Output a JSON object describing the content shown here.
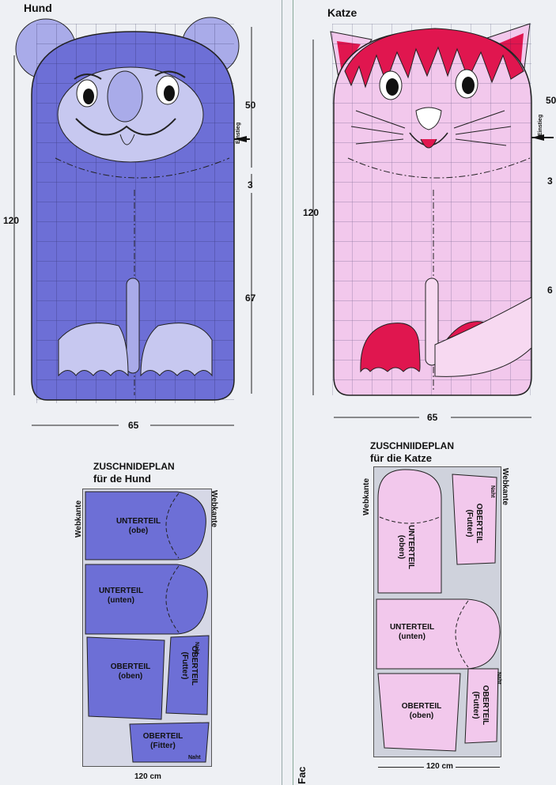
{
  "dog": {
    "title": "Hund",
    "dim_total": "120",
    "dim_top": "50",
    "dim_mid": "3",
    "dim_bottom": "67",
    "dim_width": "65",
    "entry_label": "Einstieg",
    "color": "#6d6fd6"
  },
  "cat": {
    "title": "Katze",
    "dim_total": "120",
    "dim_top": "50",
    "dim_mid": "3",
    "dim_bottom": "6",
    "dim_width": "65",
    "entry_label": "Einstieg",
    "color": "#f2c8ec",
    "accent": "#e0164f"
  },
  "dog_plan": {
    "title_line1": "ZUSCHNIDEPLAN",
    "title_line2": "für de Hund",
    "selvage_left": "Webkante",
    "selvage_right": "Webkante",
    "width_label": "120 cm",
    "pieces": [
      {
        "name": "UNTERTEIL",
        "sub": "(obe)"
      },
      {
        "name": "UNTERTEIL",
        "sub": "(unten)"
      },
      {
        "name": "OBERTEIL",
        "sub": "(oben)"
      },
      {
        "name": "OBERTEIL",
        "sub": "(Futter)",
        "note": "Naht"
      },
      {
        "name": "OBERTEIL",
        "sub": "(Fitter)",
        "note": "Naht"
      }
    ]
  },
  "cat_plan": {
    "title_line1": "ZUSCHNIIDEPLAN",
    "title_line2": "für die Katze",
    "selvage_left": "Webkante",
    "selvage_right": "Webkante",
    "width_label": "120 cm",
    "pieces": [
      {
        "name": "UNTERTEIL",
        "sub": "(oben)"
      },
      {
        "name": "OBERTEIL",
        "sub": "(Futter)",
        "note": "Naht"
      },
      {
        "name": "UNTERTEIL",
        "sub": "(unten)"
      },
      {
        "name": "OBERTEIL",
        "sub": "(oben)"
      },
      {
        "name": "OBERTEIL",
        "sub": "(Futter)",
        "note": "Naht"
      }
    ]
  },
  "footer_cut": "Fac"
}
